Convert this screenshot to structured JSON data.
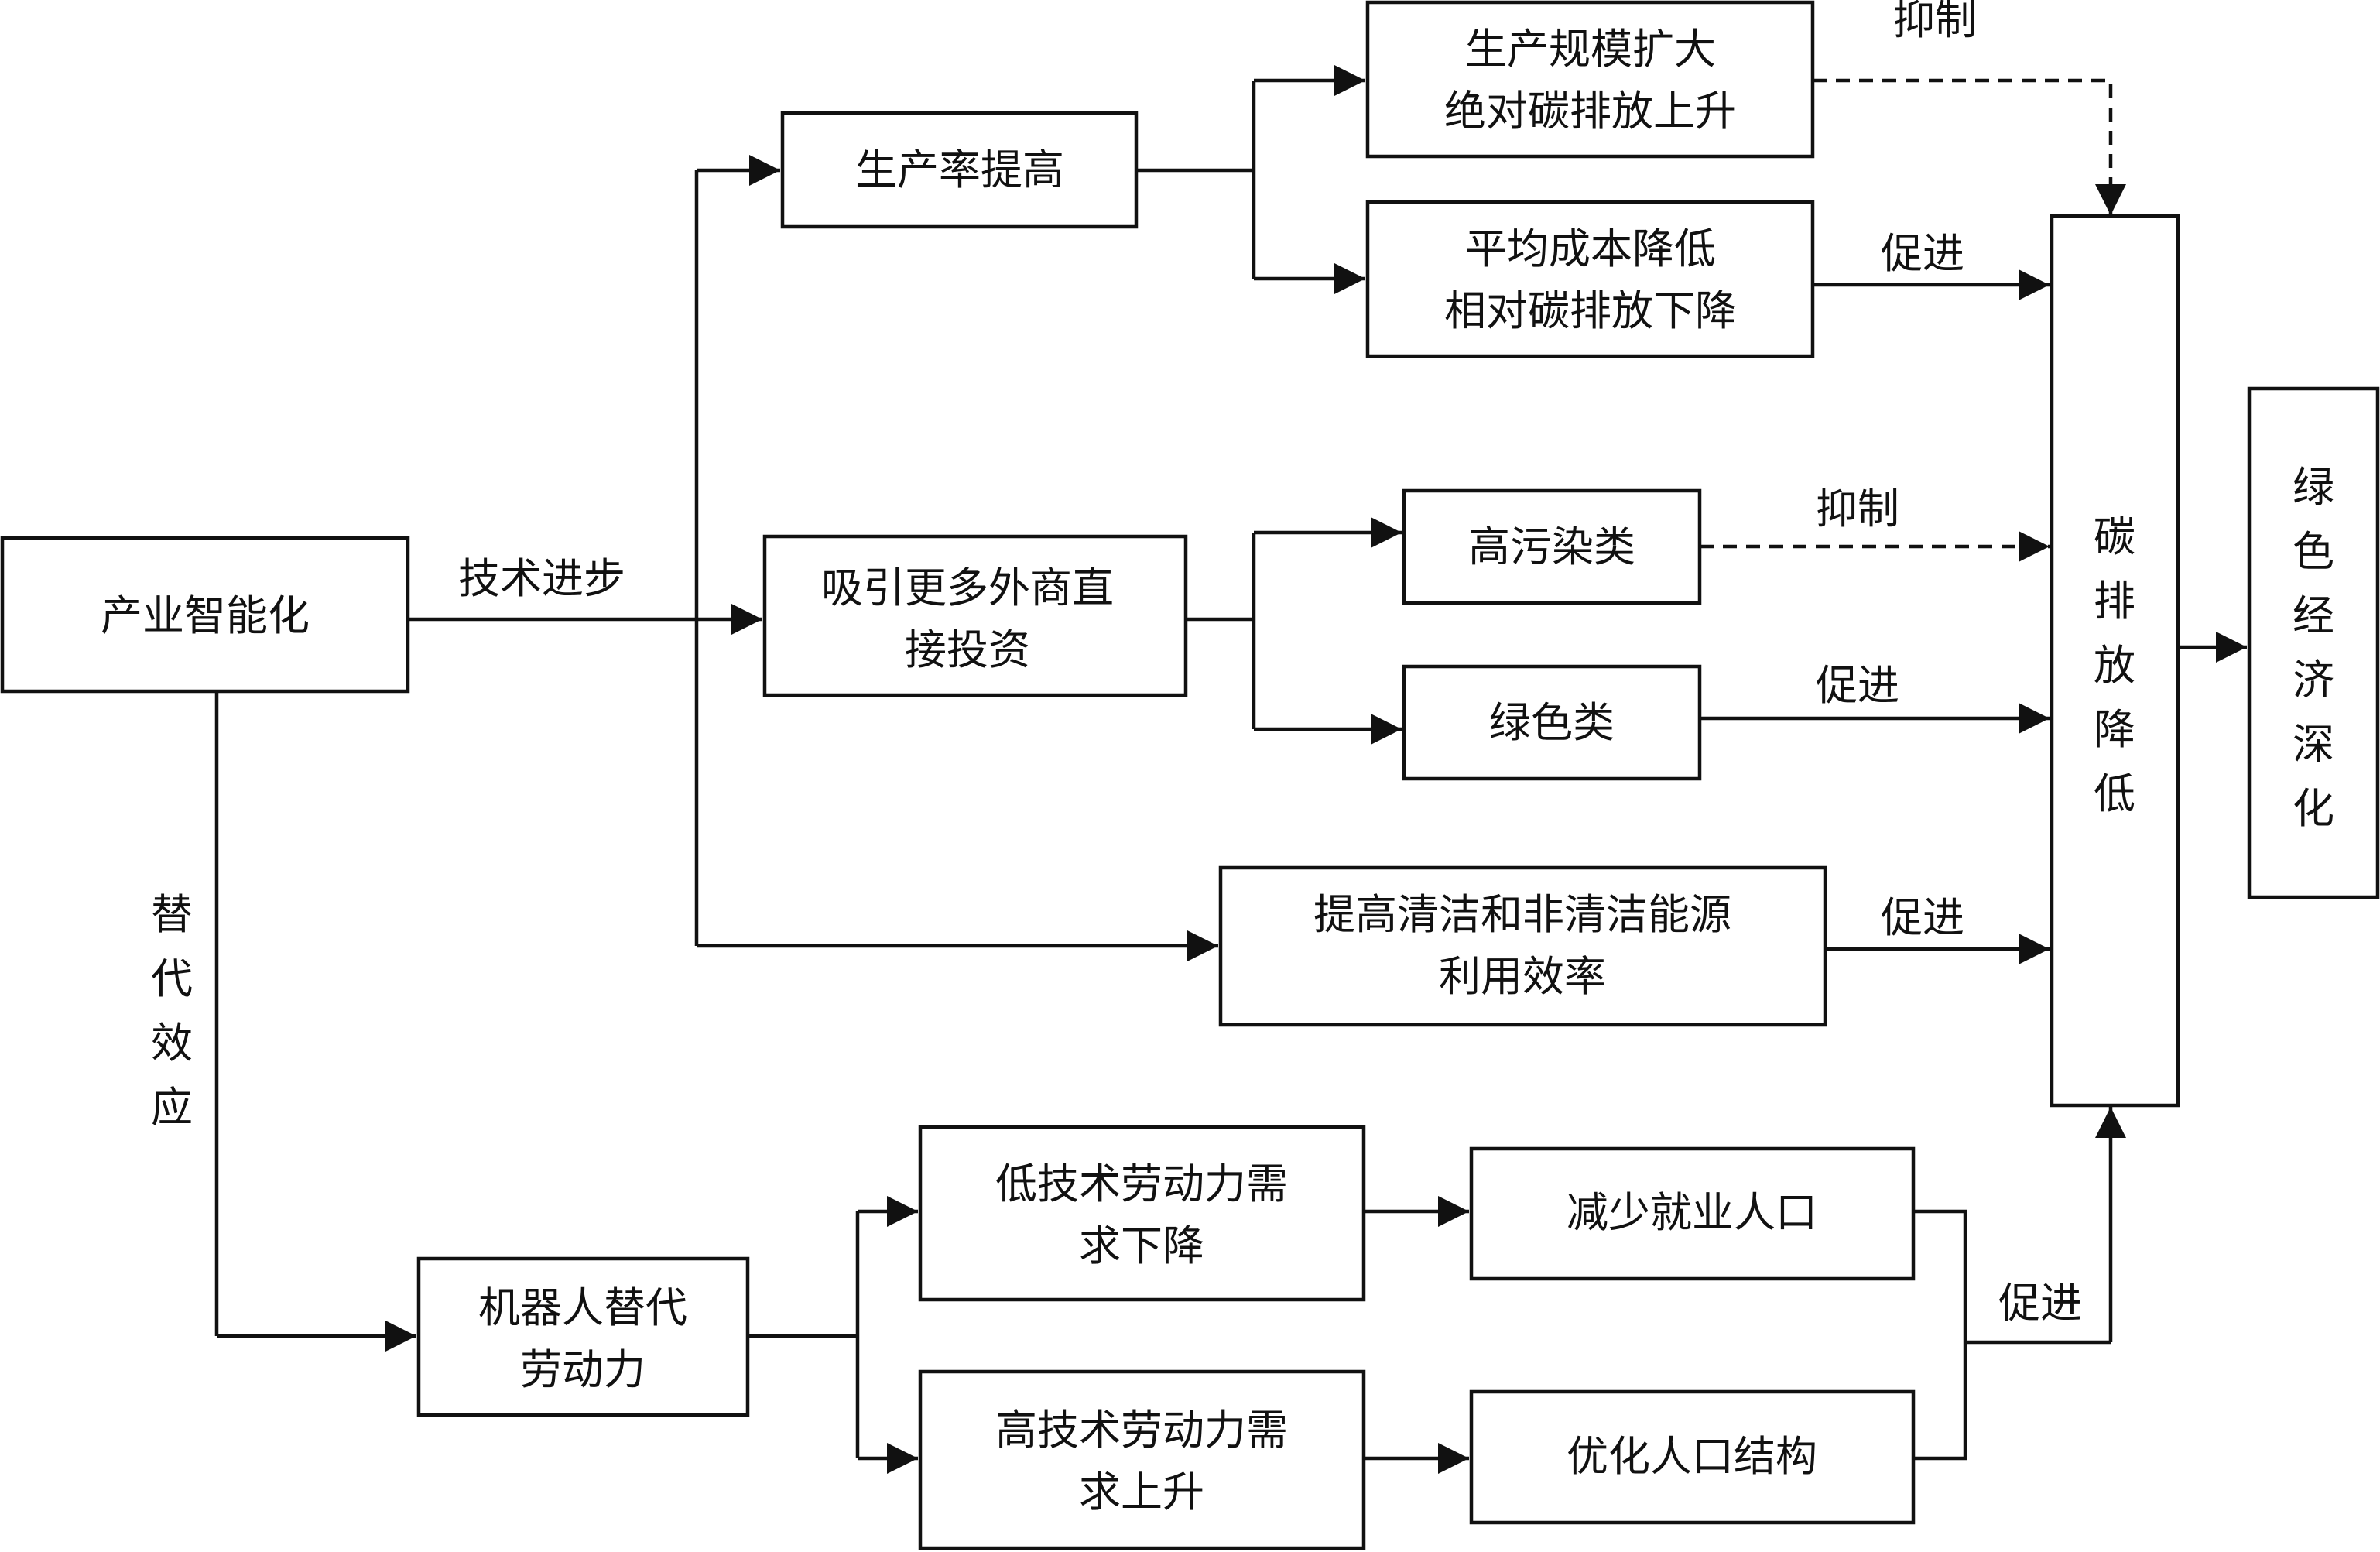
{
  "nodes": {
    "industrial_intelligence": "产业智能化",
    "productivity_increase": "生产率提高",
    "scale_expansion": [
      "生产规模扩大",
      "绝对碳排放上升"
    ],
    "cost_reduction": [
      "平均成本降低",
      "相对碳排放下降"
    ],
    "attract_fdi": [
      "吸引更多外商直",
      "接投资"
    ],
    "high_pollution": "高污染类",
    "green_type": "绿色类",
    "energy_efficiency": [
      "提高清洁和非清洁能源",
      "利用效率"
    ],
    "carbon_reduction": [
      "碳",
      "排",
      "放",
      "降",
      "低"
    ],
    "green_economy": [
      "绿",
      "色",
      "经",
      "济",
      "深",
      "化"
    ],
    "robot_substitution": [
      "机器人替代",
      "劳动力"
    ],
    "low_skill_demand": [
      "低技术劳动力需",
      "求下降"
    ],
    "high_skill_demand": [
      "高技术劳动力需",
      "求上升"
    ],
    "reduce_employment": "减少就业人口",
    "optimize_population": "优化人口结构"
  },
  "edge_labels": {
    "tech_progress": "技术进步",
    "substitution_effect": [
      "替",
      "代",
      "效",
      "应"
    ],
    "inhibit_top": "抑制",
    "promote_cost": "促进",
    "inhibit_pollution": "抑制",
    "promote_green": "促进",
    "promote_energy": "促进",
    "promote_labor": "促进"
  }
}
